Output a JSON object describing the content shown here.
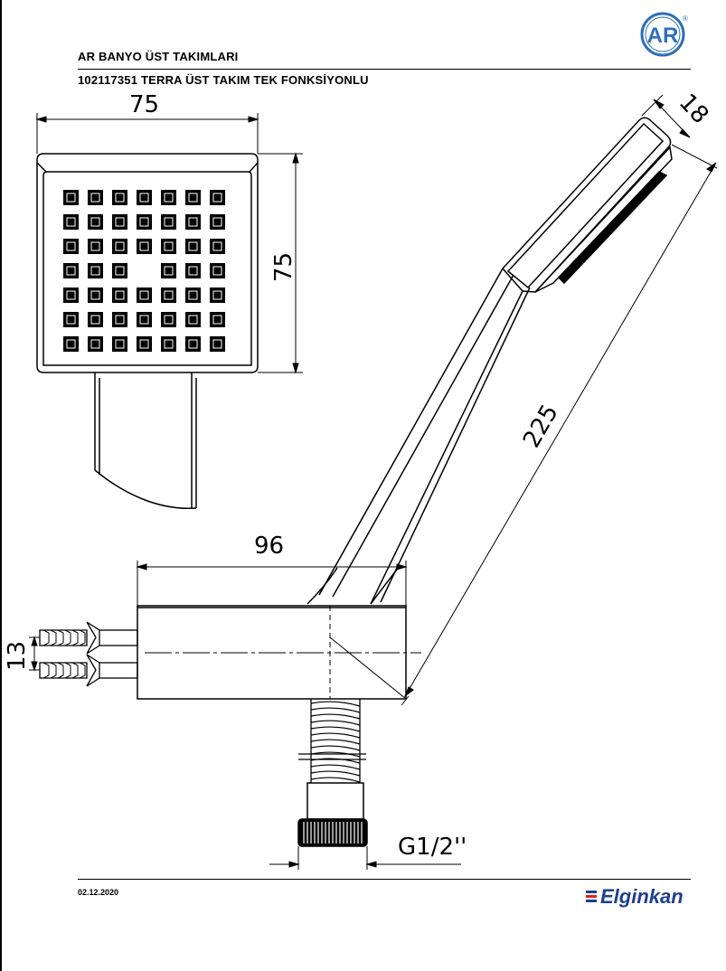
{
  "header": {
    "line1": "AR  BANYO ÜST TAKIMLARI",
    "line2": "102117351 TERRA ÜST TAKIM TEK FONKSİYONLU"
  },
  "logo": {
    "text": "AR",
    "mark": "®",
    "color": "#2e6fb8",
    "icon": "ar-logo-icon"
  },
  "dimensions": {
    "head_width": "75",
    "head_height": "75",
    "handle_depth": "18",
    "handle_length": "225",
    "base_width": "96",
    "inlet_spacing": "13",
    "thread": "G1/2''"
  },
  "footer": {
    "date": "02.12.2020",
    "brand": "Elginkan",
    "brand_color": "#1f3f8f",
    "brand_accent": "#e2231a"
  }
}
